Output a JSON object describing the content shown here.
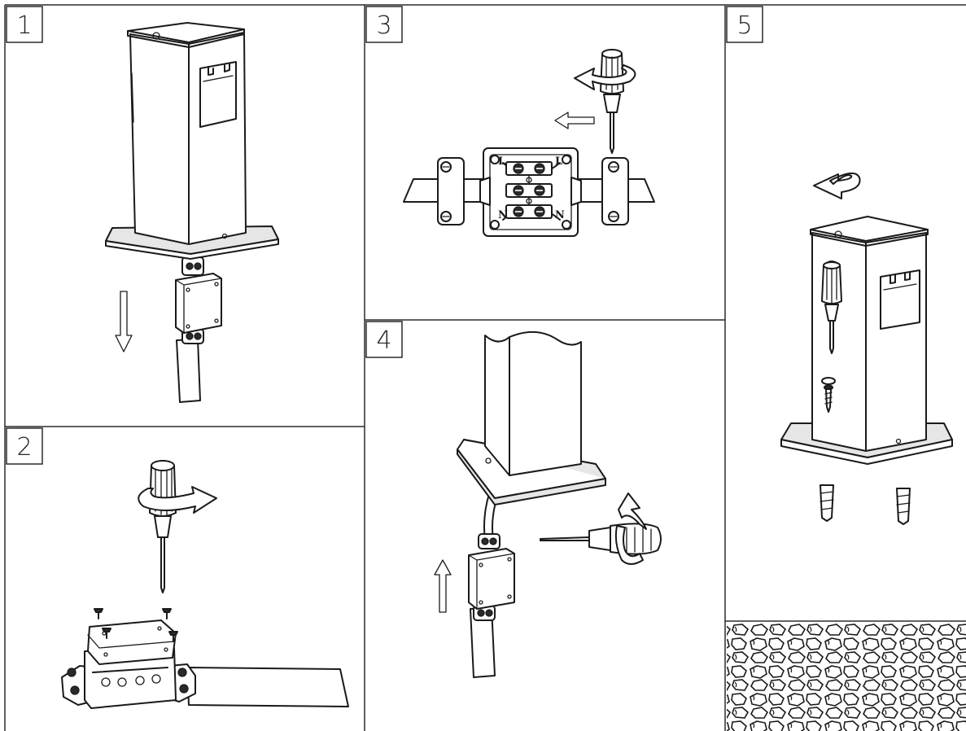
{
  "panels": [
    {
      "number": "1"
    },
    {
      "number": "2"
    },
    {
      "number": "3"
    },
    {
      "number": "4"
    },
    {
      "number": "5"
    }
  ],
  "terminal_labels": {
    "live_left": "L",
    "live_right": "L",
    "neutral_left": "N",
    "neutral_right": "N"
  },
  "icons": [
    "bollard-post-icon",
    "junction-box-icon",
    "screwdriver-icon",
    "arrow-down-icon",
    "arrow-up-icon",
    "arrow-left-icon",
    "rotate-arrow-icon",
    "screw-icon",
    "wall-plug-icon",
    "gravel-ground-icon",
    "cable-icon",
    "terminal-block-icon"
  ],
  "colors": {
    "line": "#1a1a1a",
    "background": "#ffffff"
  }
}
